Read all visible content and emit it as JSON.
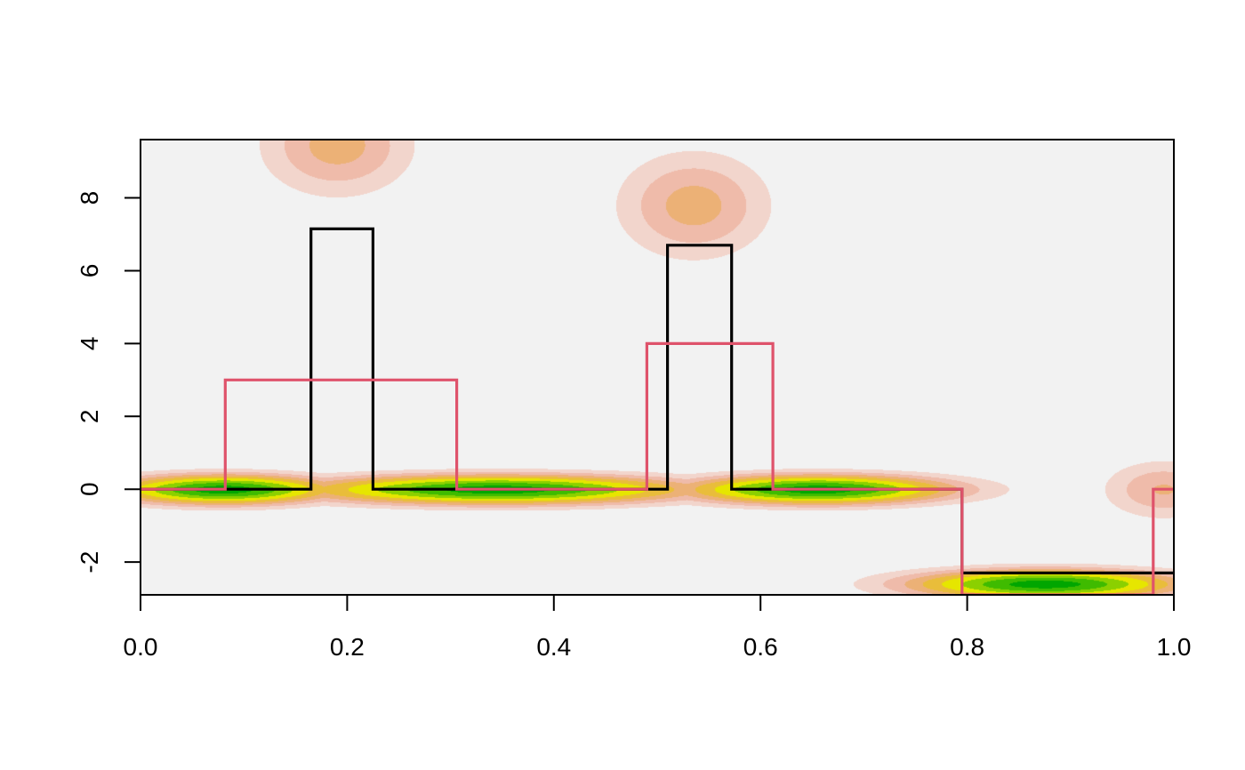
{
  "chart_data": {
    "type": "line",
    "title": "",
    "xlabel": "",
    "ylabel": "",
    "xlim": [
      0,
      1
    ],
    "ylim": [
      -2.9,
      9.6
    ],
    "x_ticks": [
      0,
      0.2,
      0.4,
      0.6,
      0.8,
      1
    ],
    "x_tick_labels": [
      "0.0",
      "0.2",
      "0.4",
      "0.6",
      "0.8",
      "1.0"
    ],
    "y_ticks": [
      -2,
      0,
      2,
      4,
      6,
      8
    ],
    "y_tick_labels": [
      "-2",
      "0",
      "2",
      "4",
      "6",
      "8"
    ],
    "grid": false,
    "legend": "none",
    "background_color": "#f2f2f2",
    "density_palette": [
      "#00a600",
      "#3fbb00",
      "#8bd000",
      "#e6e600",
      "#e9bd3a",
      "#ecb176",
      "#efbbaa",
      "#f2d5cc"
    ],
    "density_blobs": [
      {
        "x": 0.08,
        "y": 0,
        "sx": 0.075,
        "sy": 0.28,
        "w": 1.0
      },
      {
        "x": 0.345,
        "y": 0,
        "sx": 0.13,
        "sy": 0.28,
        "w": 1.0
      },
      {
        "x": 0.655,
        "y": 0,
        "sx": 0.09,
        "sy": 0.28,
        "w": 1.0
      },
      {
        "x": 0.875,
        "y": -2.6,
        "sx": 0.09,
        "sy": 0.28,
        "w": 1.0
      },
      {
        "x": 0.19,
        "y": 9.45,
        "sx": 0.05,
        "sy": 0.95,
        "w": 0.37
      },
      {
        "x": 0.535,
        "y": 7.8,
        "sx": 0.05,
        "sy": 1.0,
        "w": 0.37
      },
      {
        "x": 0.99,
        "y": 0,
        "sx": 0.04,
        "sy": 0.55,
        "w": 0.33
      }
    ],
    "series": [
      {
        "color": "#000000",
        "steps": [
          [
            0.0,
            0
          ],
          [
            0.165,
            0
          ],
          [
            0.165,
            7.15
          ],
          [
            0.225,
            7.15
          ],
          [
            0.225,
            0
          ],
          [
            0.51,
            0
          ],
          [
            0.51,
            6.7
          ],
          [
            0.572,
            6.7
          ],
          [
            0.572,
            0
          ],
          [
            0.795,
            0
          ],
          [
            0.795,
            -2.3
          ],
          [
            1.0,
            -2.3
          ]
        ]
      },
      {
        "color": "#df536b",
        "steps": [
          [
            0.0,
            0
          ],
          [
            0.082,
            0
          ],
          [
            0.082,
            3
          ],
          [
            0.306,
            3
          ],
          [
            0.306,
            0
          ],
          [
            0.49,
            0
          ],
          [
            0.49,
            4
          ],
          [
            0.612,
            4
          ],
          [
            0.612,
            0
          ],
          [
            0.795,
            0
          ],
          [
            0.795,
            -2.9
          ],
          [
            0.98,
            -2.9
          ],
          [
            0.98,
            0
          ],
          [
            1.0,
            0
          ]
        ]
      }
    ]
  }
}
